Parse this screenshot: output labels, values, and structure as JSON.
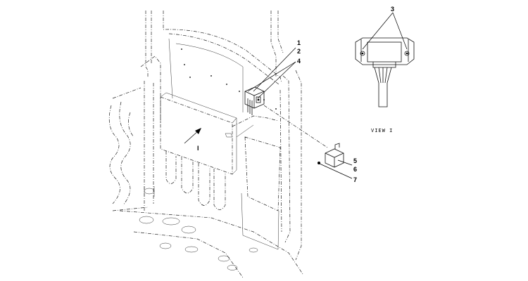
{
  "callouts": {
    "c1": "1",
    "c2": "2",
    "c3": "3",
    "c4": "4",
    "c5": "5",
    "c6": "6",
    "c7": "7"
  },
  "detail": {
    "view_label": "VIEW I",
    "arrow_mark": "I"
  }
}
